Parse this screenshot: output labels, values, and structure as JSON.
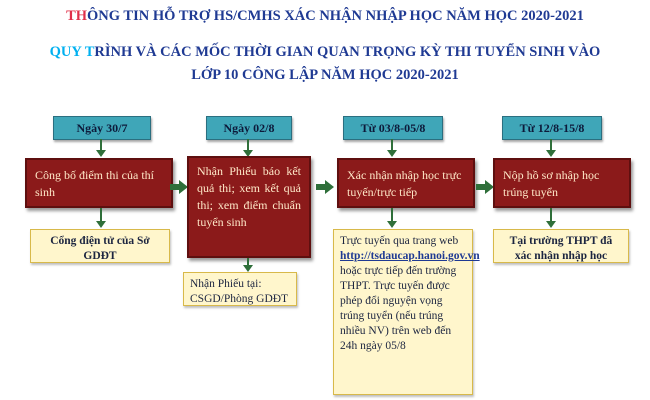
{
  "title": {
    "line1_lead": "TH",
    "line1_rest": "ÔNG TIN HỖ TRỢ HS/CMHS XÁC NHẬN NHẬP HỌC NĂM HỌC 2020-2021",
    "line2_lead": "QUY T",
    "line2_rest": "RÌNH VÀ CÁC MỐC THỜI GIAN QUAN TRỌNG KỲ THI TUYỂN SINH VÀO",
    "line3": "LỚP 10 CÔNG LẬP NĂM HỌC 2020-2021"
  },
  "colors": {
    "title": "#1f3a93",
    "date_box": "#3fa6b8",
    "stage_box": "#8b1a1a",
    "note_box": "#fff6cc",
    "arrow": "#2f6f3a"
  },
  "steps": [
    {
      "date": "Ngày 30/7",
      "stage": "Công bố điểm thi của thí sinh",
      "note": "Cổng điện tử của Sở GDĐT"
    },
    {
      "date": "Ngày 02/8",
      "stage": "Nhận Phiếu báo kết quả thi; xem kết quả thi; xem điểm chuẩn tuyển sinh",
      "note": "Nhận Phiếu tại: CSGD/Phòng GDĐT"
    },
    {
      "date": "Từ 03/8-05/8",
      "stage": "Xác nhận nhập học trực tuyến/trực tiếp",
      "note_a": "Trực tuyến qua trang web",
      "note_link": "http://tsdaucap.hanoi.gov.vn",
      "note_b": "hoặc trực tiếp đến trường THPT.",
      "note_c": "Trực tuyến được phép đổi nguyện vọng trúng tuyển (nếu trúng nhiều NV) trên web đến 24h ngày 05/8"
    },
    {
      "date": "Từ 12/8-15/8",
      "stage": "Nộp hồ sơ nhập học trúng tuyển",
      "note": "Tại trường THPT đã xác nhận nhập học"
    }
  ]
}
